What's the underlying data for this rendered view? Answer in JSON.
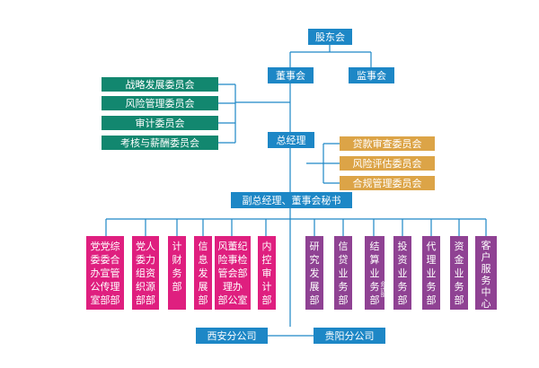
{
  "top": {
    "shareholders": "股东会",
    "board": "董事会",
    "supervisors": "监事会",
    "gm": "总经理",
    "deputy": "副总经理、董事会秘书"
  },
  "committees_left": [
    "战略发展委员会",
    "风险管理委员会",
    "审计委员会",
    "考核与薪酬委员会"
  ],
  "committees_right": [
    "贷款审查委员会",
    "风险评估委员会",
    "合规管理委员会"
  ],
  "departments_magenta": [
    {
      "cols": [
        "党党综",
        "委委合",
        "办宣管",
        "公传理",
        "室部部"
      ]
    },
    {
      "cols": [
        "党人",
        "委力",
        "组资",
        "织源",
        "部部"
      ]
    },
    {
      "cols": [
        "计",
        "财",
        "务",
        "部"
      ]
    },
    {
      "cols": [
        "信",
        "息",
        "发",
        "展",
        "部"
      ]
    },
    {
      "cols": [
        "风董纪",
        "险事检",
        "管会部",
        "理办",
        "部公室"
      ]
    },
    {
      "cols": [
        "内",
        "控",
        "审",
        "计",
        "部"
      ]
    }
  ],
  "departments_purple": [
    {
      "cols": [
        "研",
        "究",
        "发",
        "展",
        "部"
      ]
    },
    {
      "cols": [
        "信",
        "贷",
        "业",
        "务",
        "部"
      ]
    },
    {
      "cols": [
        "结",
        "算",
        "业",
        "务",
        "部"
      ],
      "sub": "会计部"
    },
    {
      "cols": [
        "投",
        "资",
        "业",
        "务",
        "部"
      ]
    },
    {
      "cols": [
        "代",
        "理",
        "业",
        "务",
        "部"
      ]
    },
    {
      "cols": [
        "资",
        "金",
        "业",
        "务",
        "部"
      ]
    },
    {
      "cols": [
        "客",
        "户",
        "服",
        "务",
        "中",
        "心"
      ]
    }
  ],
  "branches": [
    "西安分公司",
    "贵阳分公司"
  ],
  "colors": {
    "blue": "#1d87c6",
    "green": "#12876f",
    "orange": "#dca447",
    "magenta": "#df1f7f",
    "purple": "#8f4293",
    "line": "#1d87c6"
  }
}
